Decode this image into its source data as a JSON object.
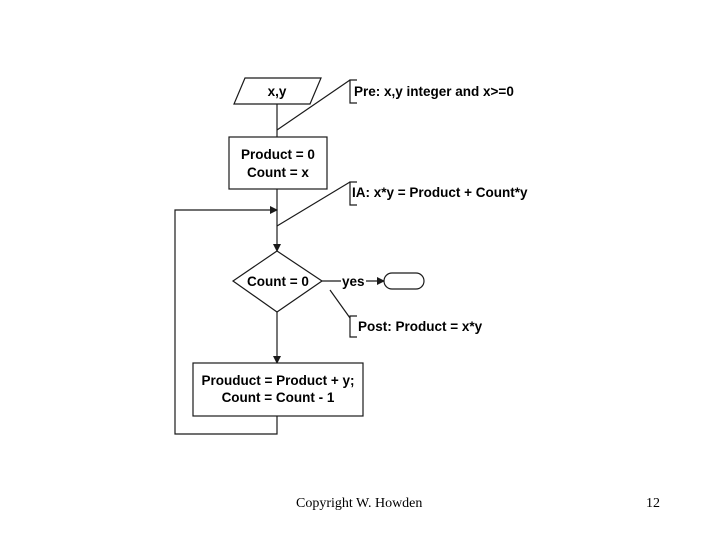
{
  "diagram": {
    "input_label": "x,y",
    "precondition": "Pre: x,y integer and x>=0",
    "init_line1": "Product = 0",
    "init_line2": "Count = x",
    "invariant": "IA: x*y = Product + Count*y",
    "decision_label": "Count = 0",
    "yes_label": "yes",
    "postcondition": "Post: Product = x*y",
    "body_line1": "Prouduct = Product + y;",
    "body_line2": "Count = Count - 1"
  },
  "footer": {
    "copyright": "Copyright W. Howden",
    "page_number": "12"
  }
}
